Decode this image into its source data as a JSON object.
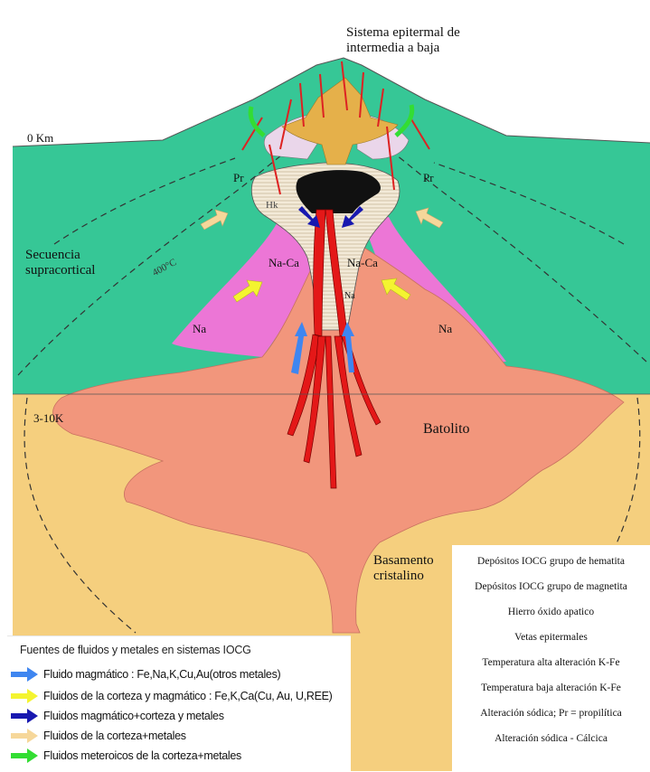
{
  "labels": {
    "epithermal": "Sistema epitermal de intermedia a baja",
    "zero_km": "0 Km",
    "pr_left": "Pr",
    "pr_right": "Pr",
    "hk": "Hk",
    "secuencia": "Secuencia supracortical",
    "isotherm": "400°C",
    "naca_left": "Na-Ca",
    "naca_right": "Na-Ca",
    "na_center": "Na",
    "na_left": "Na",
    "na_right": "Na",
    "depth": "3-10K",
    "batolito": "Batolito",
    "basamento": "Basamento cristalino"
  },
  "legend_left": {
    "title": "Fuentes de fluidos y metales en sistemas IOCG",
    "items": [
      {
        "text": "Fluido magmático : Fe,Na,K,Cu,Au(otros metales)",
        "color": "#3f86f0",
        "icon": "arrow-right-icon"
      },
      {
        "text": "Fluidos de la corteza y magmático : Fe,K,Ca(Cu, Au, U,REE)",
        "color": "#f4f430",
        "icon": "arrow-right-icon"
      },
      {
        "text": "Fluidos magmático+corteza y metales",
        "color": "#1818b0",
        "icon": "arrow-right-icon"
      },
      {
        "text": "Fluidos de la corteza+metales",
        "color": "#f6d79a",
        "icon": "arrow-right-icon"
      },
      {
        "text": "Fluidos meteroicos de la corteza+metales",
        "color": "#33dd33",
        "icon": "arrow-right-icon"
      }
    ]
  },
  "legend_right": {
    "items": [
      "Depósitos IOCG grupo de hematita",
      "Depósitos IOCG grupo de magnetita",
      "Hierro óxido apatico",
      "Vetas epitermales",
      "Temperatura alta alteración K-Fe",
      "Temperatura baja alteración K-Fe",
      "Alteración sódica; Pr = propilítica",
      "Alteración sódica - Cálcica"
    ]
  },
  "colors": {
    "green": "#36c796",
    "sand": "#f5cf7e",
    "salmon": "#f2967c",
    "pink": "#ec76d6",
    "red": "#e41818",
    "black": "#111111",
    "gold": "#e5b04a",
    "lavender": "#ead6ea",
    "beige": "#efe3cf"
  }
}
